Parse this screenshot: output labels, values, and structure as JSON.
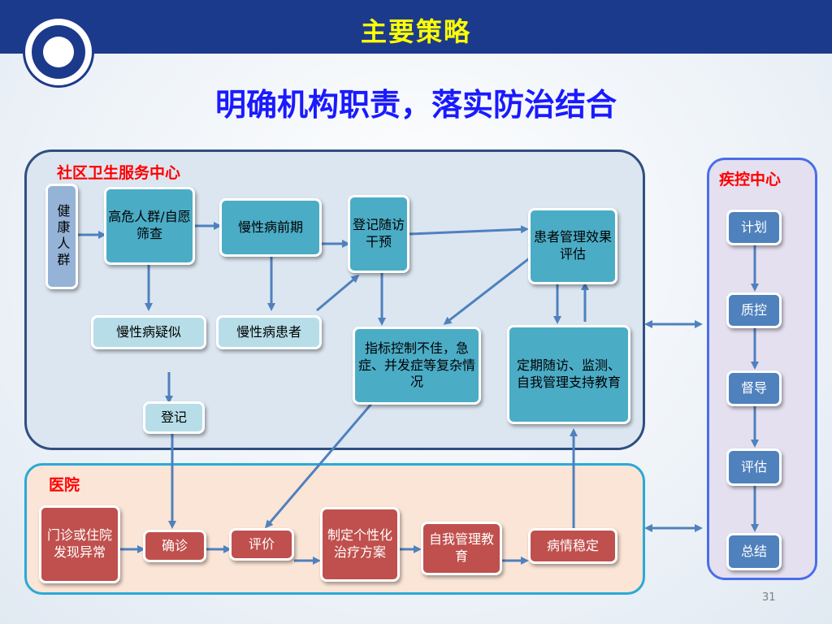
{
  "header": {
    "title": "主要策略"
  },
  "subtitle": "明确机构职责，落实防治结合",
  "community": {
    "title": "社区卫生服务中心",
    "healthy_population": "健康人群",
    "screening": "高危人群/自愿筛查",
    "pre_chronic": "慢性病前期",
    "register_followup": "登记随访干预",
    "patient_eval": "患者管理效果评估",
    "suspected": "慢性病疑似",
    "patients": "慢性病患者",
    "poor_control": "指标控制不佳，急症、并发症等复杂情况",
    "regular_followup": "定期随访、监测、自我管理支持教育",
    "register": "登记"
  },
  "hospital": {
    "title": "医院",
    "abnormal_found": "门诊或住院发现异常",
    "diagnosis": "确诊",
    "evaluation": "评价",
    "treatment_plan": "制定个性化治疗方案",
    "self_management": "自我管理教育",
    "stable": "病情稳定"
  },
  "cdc": {
    "title": "疾控中心",
    "steps": [
      "计划",
      "质控",
      "督导",
      "评估",
      "总结"
    ]
  },
  "colors": {
    "header_bg": "#1c3a8c",
    "header_title": "#ffff00",
    "subtitle": "#1a1aff",
    "panel_title": "#ff0000",
    "arrow": "#4f81bd"
  },
  "icons": {
    "logo": "ministry-of-health-emblem"
  },
  "page_number": "31"
}
